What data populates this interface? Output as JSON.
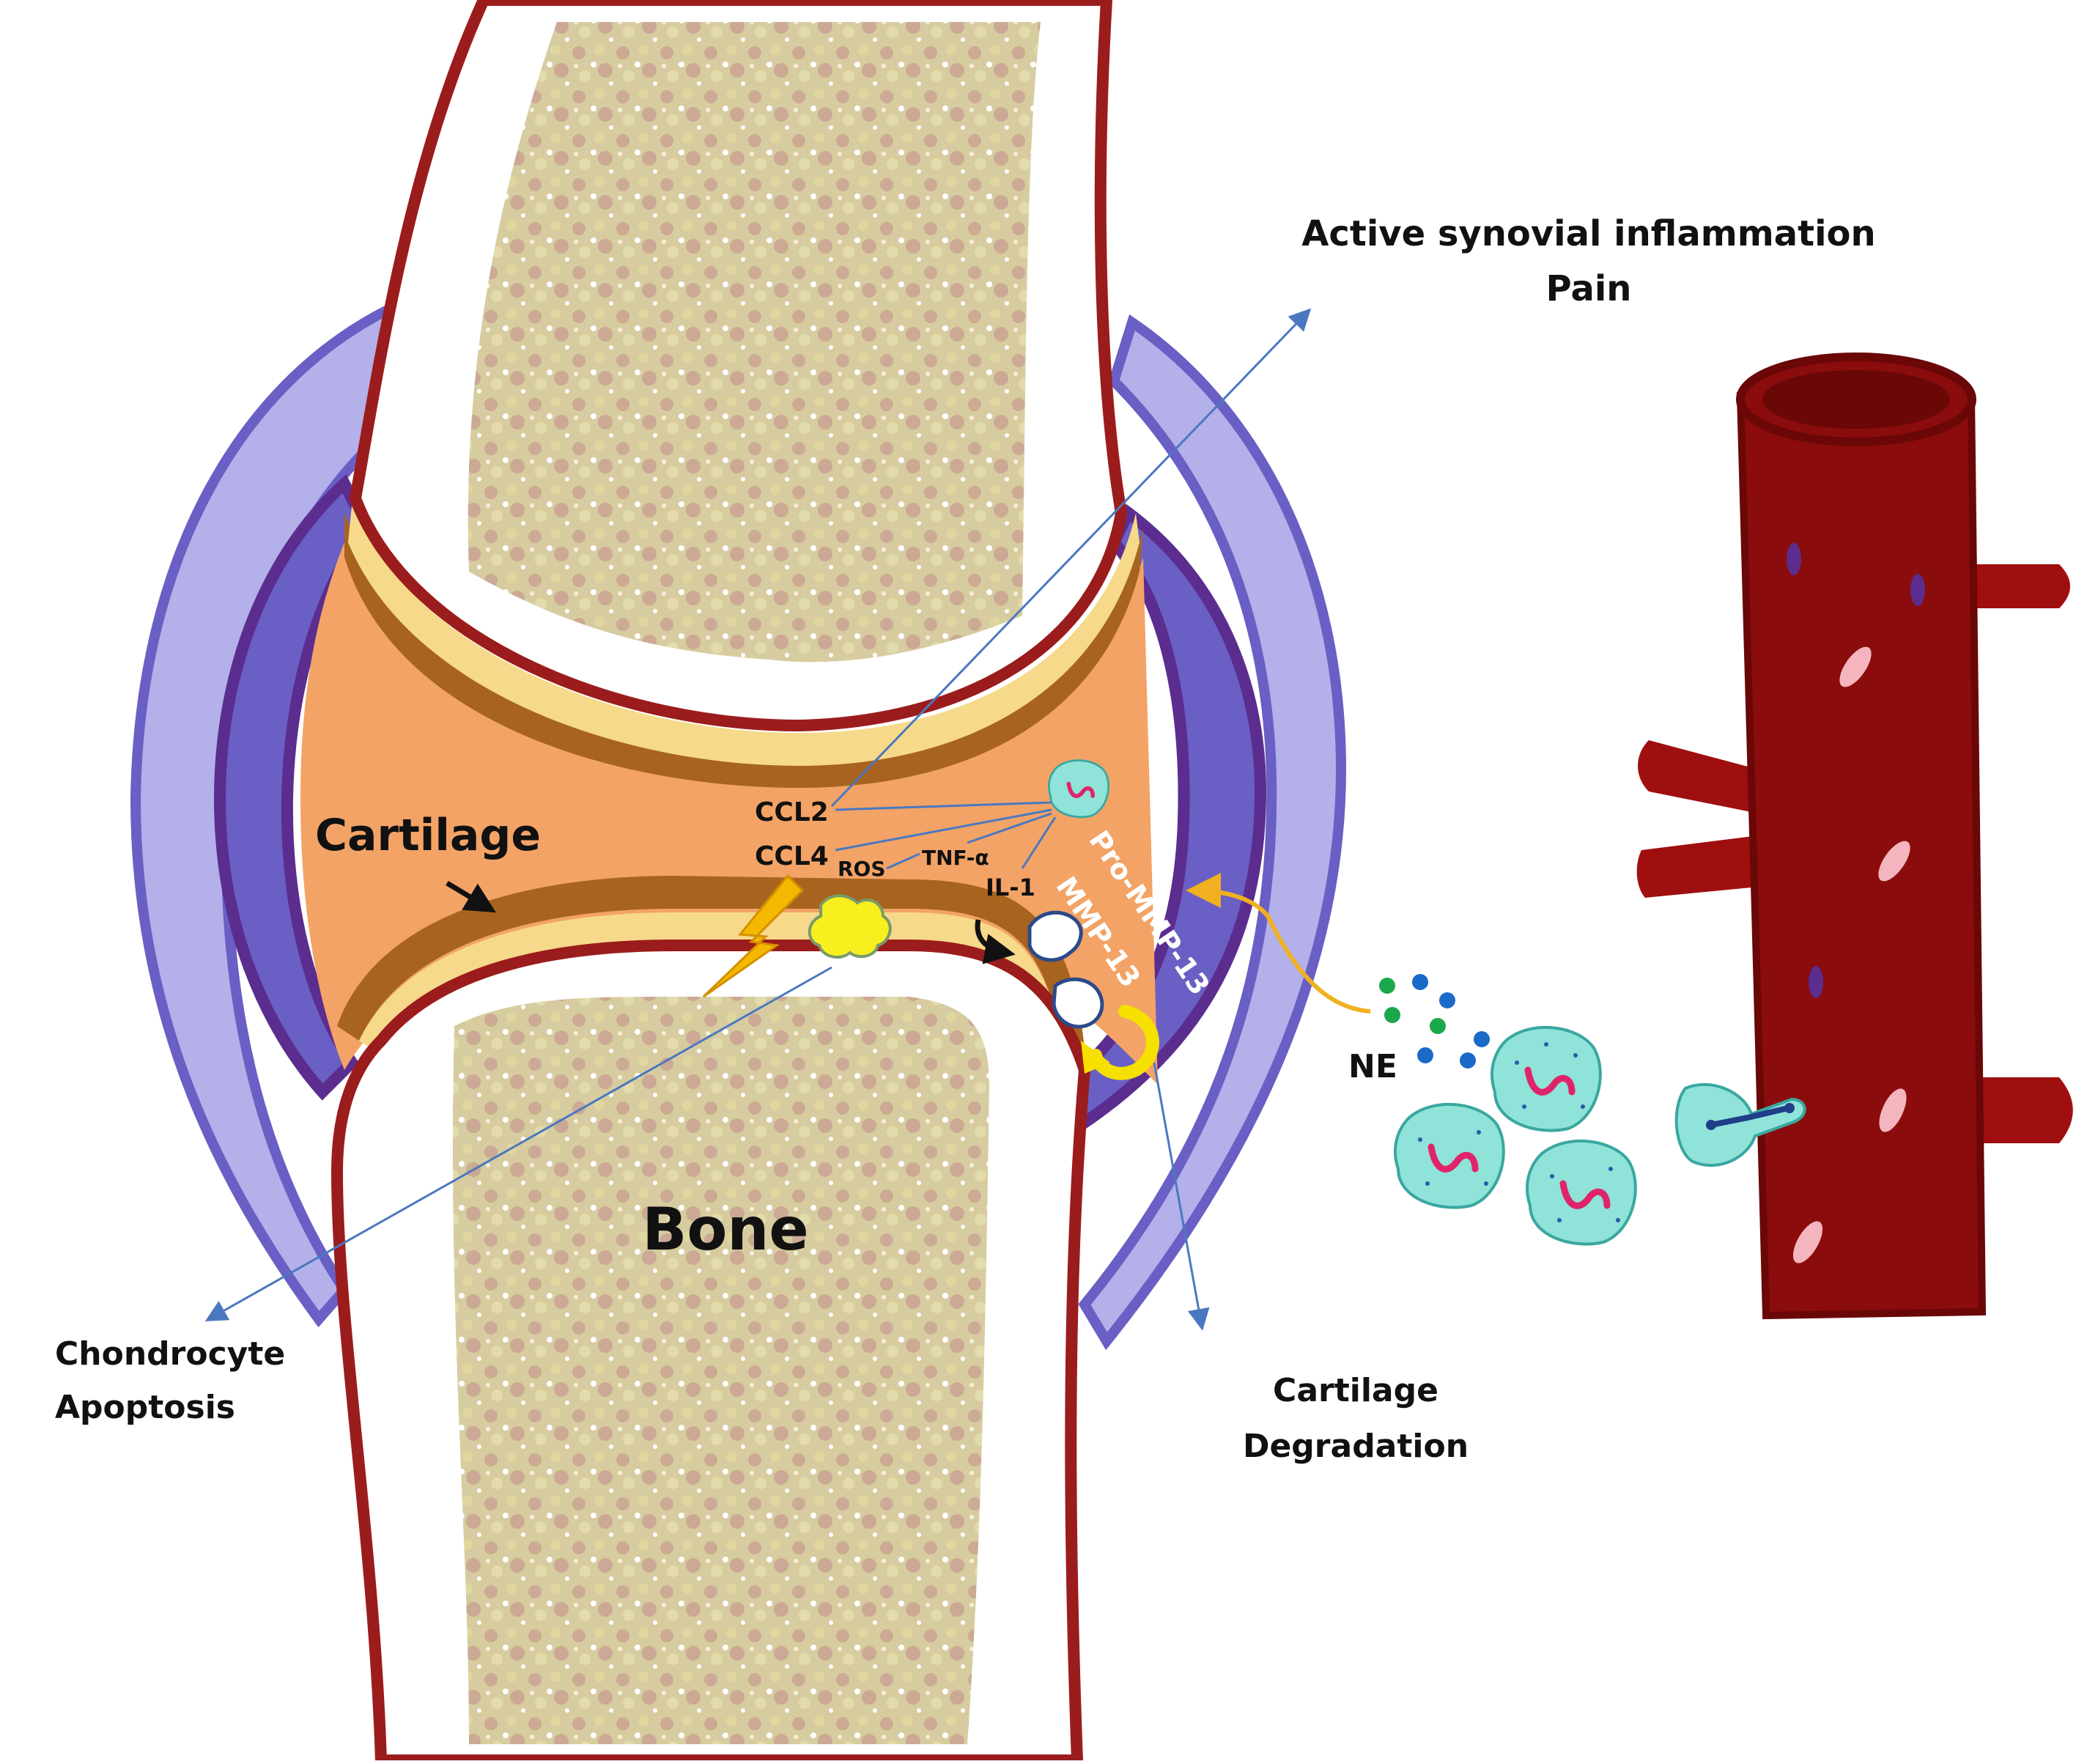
{
  "labels": {
    "active_synovial": "Active synovial inflammation",
    "pain": "Pain",
    "cartilage": "Cartilage",
    "bone": "Bone",
    "ccl2": "CCL2",
    "ccl4": "CCL4",
    "ros": "ROS",
    "tnf": "TNF-α",
    "il1": "IL-1",
    "pro_mmp13": "Pro-MMP-13",
    "mmp13": "MMP-13",
    "ne": "NE",
    "chondrocyte": "Chondrocyte",
    "apoptosis": "Apoptosis",
    "cartilage_deg": "Cartilage",
    "degradation": "Degradation"
  },
  "colors": {
    "bone_outline": "#9b1c1c",
    "bone_fill": "#d8c79a",
    "synovial_fluid": "#f3a366",
    "cartilage_brown": "#a8641e",
    "cartilage_yellow": "#f6d98a",
    "capsule_outer": "#b3b0ea",
    "capsule_mid": "#6a5fc4",
    "capsule_inner": "#5b2d8e",
    "vessel": "#8b0c0c",
    "vessel_dark": "#6a0707",
    "neutrophil": "#8fe3d8",
    "arrow_blue": "#4a78c0",
    "arrow_orange": "#f0b020",
    "lightning": "#f5b800"
  }
}
